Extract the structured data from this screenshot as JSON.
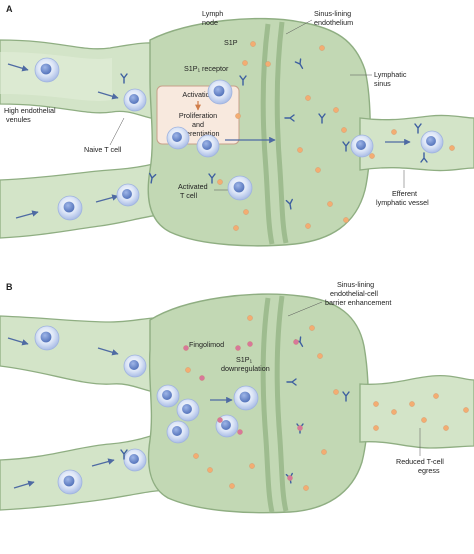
{
  "panel_a": {
    "letter": "A",
    "labels": {
      "lymph_node": [
        "Lymph",
        "node"
      ],
      "s1p": "S1P",
      "sinus_lining_endothelium": [
        "Sinus-lining",
        "endothelium"
      ],
      "s1p1_receptor": "S1P₁ receptor",
      "lymphatic_sinus": [
        "Lymphatic",
        "sinus"
      ],
      "high_endothelial_venules": [
        "High endothelial",
        "venules"
      ],
      "naive_t_cell": "Naive T cell",
      "activation": "Activation",
      "proliferation": [
        "Proliferation",
        "and",
        "differentiation"
      ],
      "activated_t_cell": [
        "Activated",
        "T cell"
      ],
      "efferent_lymphatic_vessel": [
        "Efferent",
        "lymphatic vessel"
      ]
    }
  },
  "panel_b": {
    "letter": "B",
    "labels": {
      "barrier_enhancement": [
        "Sinus-lining",
        "endothelial-cell",
        "barrier enhancement"
      ],
      "fingolimod": "Fingolimod",
      "s1p1_downregulation": [
        "S1P₁",
        "downregulation"
      ],
      "reduced_egress": [
        "Reduced T-cell",
        "egress"
      ]
    }
  },
  "colors": {
    "vessel_fill": "#d3e4c8",
    "vessel_edge": "#8fae82",
    "vessel_lumen": "#e2eed9",
    "node_fill": "#c2d8b4",
    "membrane": "#9ebc8f",
    "cell_outer": "#c9d8f2",
    "cell_inner": "#6f8fd0",
    "arrow": "#4e6aa3",
    "receptor": "#3d5fa0",
    "s1p_dot": "#f3ad72",
    "fingolimod_dot": "#d8779a",
    "activation_box": "#f8e9de",
    "activation_border": "#c7a089",
    "activation_arrow": "#d07d4a"
  }
}
